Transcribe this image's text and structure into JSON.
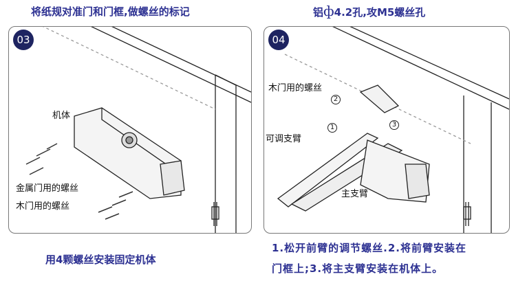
{
  "captions": {
    "top_left": "将纸规对准门和门框,做螺丝的标记",
    "top_right_prefix": "铝",
    "top_right_symbol": "ф",
    "top_right_suffix": "4.2孔,攻M5螺丝孔",
    "bottom_left": "用4颗螺丝安装固定机体",
    "bottom_right_line1": "1.松开前臂的调节螺丝.2.将前臂安装在",
    "bottom_right_line2": "门框上;3.将主支臂安装在机体上。"
  },
  "panel_left": {
    "step": "03",
    "labels": {
      "body": "机体",
      "metal_screws": "金属门用的螺丝",
      "wood_screws": "木门用的螺丝"
    }
  },
  "panel_right": {
    "step": "04",
    "labels": {
      "wood_screws": "木门用的螺丝",
      "adjustable_arm": "可调支臂",
      "main_arm": "主支臂"
    },
    "markers": [
      "1",
      "2",
      "3"
    ]
  },
  "colors": {
    "caption": "#2d3192",
    "badge": "#1e2461"
  }
}
